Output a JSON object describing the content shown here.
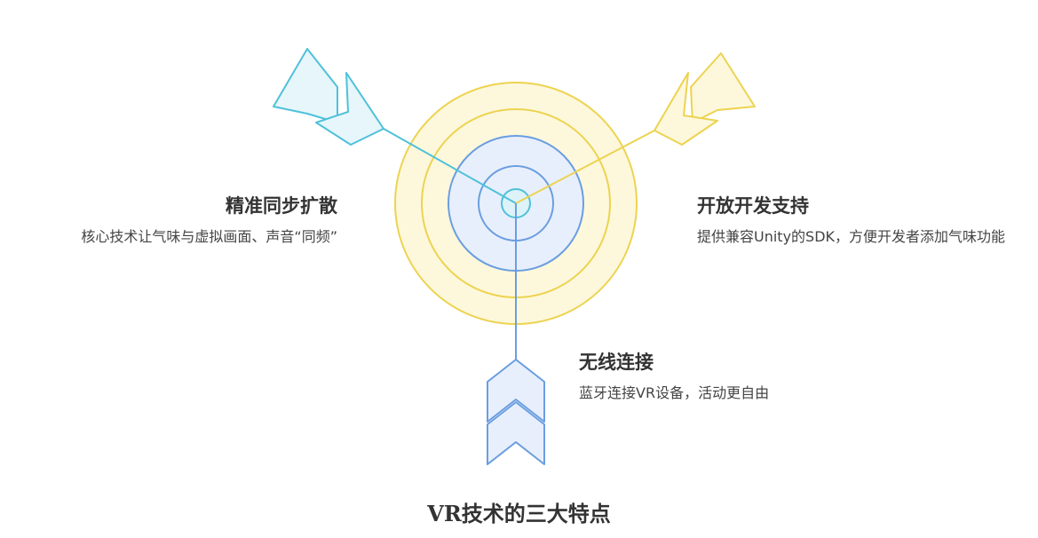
{
  "diagram": {
    "title": "VR技术的三大特点",
    "features": [
      {
        "title": "精准同步扩散",
        "description": "核心技术让气味与虚拟画面、声音“同频”",
        "color": "#4fc1d9",
        "fill": "#e6f6fb"
      },
      {
        "title": "开放开发支持",
        "description": "提供兼容Unity的SDK，方便开发者添加气味功能",
        "color": "#edd350",
        "fill": "#fdf8dc"
      },
      {
        "title": "无线连接",
        "description": "蓝牙连接VR设备，活动更自由",
        "color": "#6a9ee0",
        "fill": "#e8effc"
      }
    ],
    "target_rings": {
      "outer_color": "#edd350",
      "outer_fill": "#fdf8dc",
      "inner_color": "#6a9ee0",
      "inner_fill": "#e8effc",
      "center_color": "#4fc1d9",
      "center_fill": "#ddf3f9"
    }
  }
}
